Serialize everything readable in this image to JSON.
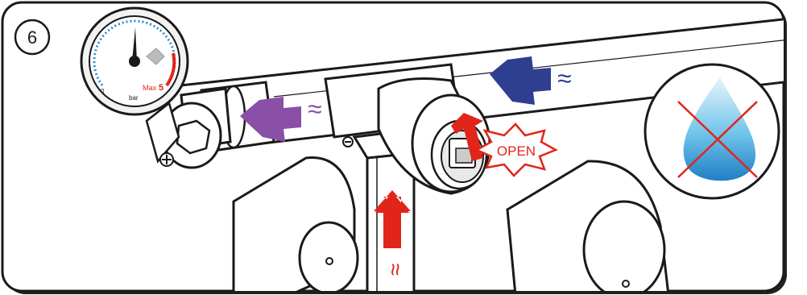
{
  "step": {
    "number": "6"
  },
  "gauge": {
    "min_label": "0",
    "unit_label": "bar",
    "max_prefix": "Max",
    "max_value": "5"
  },
  "valve": {
    "action_label": "OPEN"
  },
  "symbols": {
    "flow": "≈",
    "arrows": [
      "blue-inlet-arrow-icon",
      "purple-outlet-arrow-icon",
      "red-heat-arrow-icon",
      "red-open-arrow-icon"
    ],
    "no_water": "crossed-water-drop-icon"
  },
  "colors": {
    "inlet_blue": "#2e3f8f",
    "outlet_purple": "#8a4fa6",
    "heat_red": "#e1251b",
    "drop_blue": "#2a8fd0",
    "outline": "#1a1a1a"
  }
}
